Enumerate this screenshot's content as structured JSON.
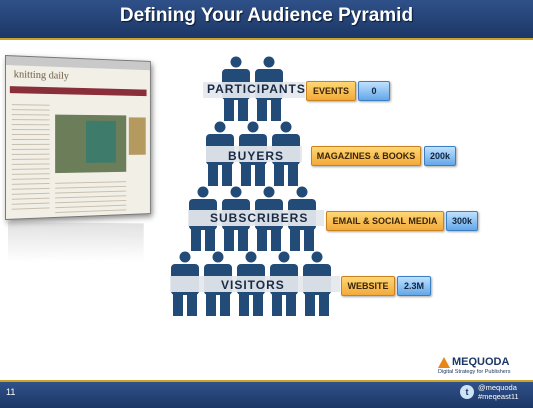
{
  "slide": {
    "title": "Defining Your Audience Pyramid",
    "number": "11"
  },
  "screenshot": {
    "logo_text": "knitting daily"
  },
  "tiers": [
    {
      "label": "PARTICIPANTS",
      "channel": "EVENTS",
      "value": "0",
      "figures": 2
    },
    {
      "label": "BUYERS",
      "channel": "MAGAZINES & BOOKS",
      "value": "200k",
      "figures": 3
    },
    {
      "label": "SUBSCRIBERS",
      "channel": "EMAIL & SOCIAL MEDIA",
      "value": "300k",
      "figures": 4
    },
    {
      "label": "VISITORS",
      "channel": "WEBSITE",
      "value": "2.3M",
      "figures": 5
    }
  ],
  "colors": {
    "figure": "#224b78",
    "band": "#e4e8ee",
    "title_bar": "#1c3766",
    "tag_orange": "#f3a93a",
    "tag_blue": "#64a7e8"
  },
  "brand": {
    "name": "MEQUODA",
    "tagline": "Digital Strategy for Publishers"
  },
  "twitter": {
    "icon": "twitter-bird-icon",
    "handle": "@mequoda",
    "hashtag": "#meqeast11"
  }
}
